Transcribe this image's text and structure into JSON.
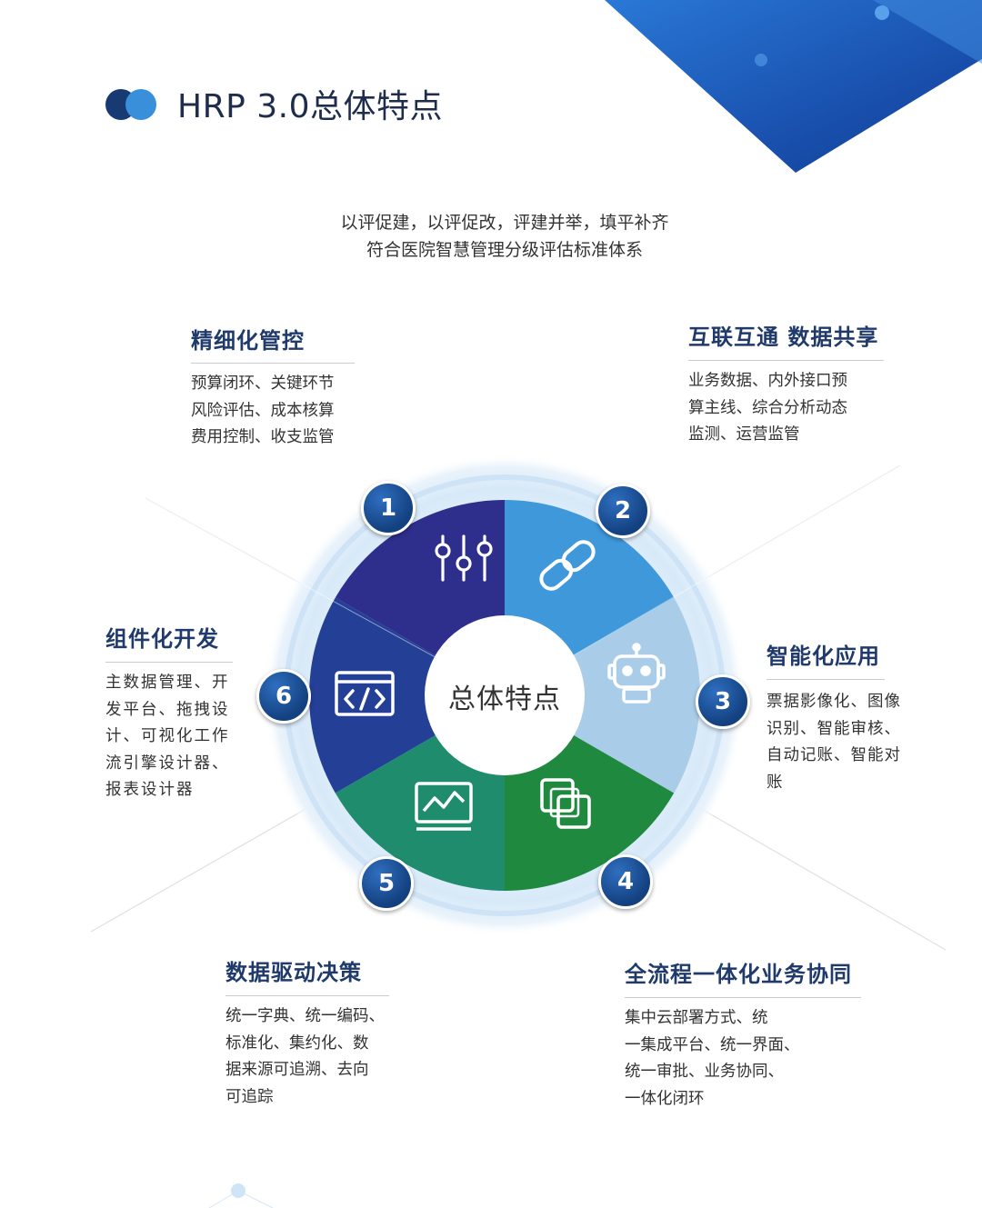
{
  "header": {
    "title": "HRP 3.0总体特点"
  },
  "intro": {
    "line1": "以评促建，以评促改，评建并举，填平补齐",
    "line2": "符合医院智慧管理分级评估标准体系"
  },
  "center": {
    "label": "总体特点"
  },
  "features": [
    {
      "number": "1",
      "title": "精细化管控",
      "desc": "预算闭环、关键环节\n风险评估、成本核算\n费用控制、收支监管",
      "icon": "sliders-icon"
    },
    {
      "number": "2",
      "title": "互联互通 数据共享",
      "desc": "业务数据、内外接口预\n算主线、综合分析动态\n监测、运营监管",
      "icon": "link-icon"
    },
    {
      "number": "3",
      "title": "智能化应用",
      "desc": "票据影像化、图像\n识别、智能审核、\n自动记账、智能对\n账",
      "icon": "robot-icon"
    },
    {
      "number": "4",
      "title": "全流程一体化业务协同",
      "desc": "集中云部署方式、统\n一集成平台、统一界面、\n统一审批、业务协同、\n一体化闭环",
      "icon": "layers-icon"
    },
    {
      "number": "5",
      "title": "数据驱动决策",
      "desc": "统一字典、统一编码、\n标准化、集约化、数\n据来源可追溯、去向\n可追踪",
      "icon": "chart-monitor-icon"
    },
    {
      "number": "6",
      "title": "组件化开发",
      "desc": "主数据管理、开\n发平台、拖拽设\n计、可视化工作\n流引擎设计器、\n报表设计器",
      "icon": "code-icon"
    }
  ],
  "colors": {
    "seg1": "#2e2f8c",
    "seg2": "#3f98da",
    "seg3": "#a9cde8",
    "seg4": "#1f8a3f",
    "seg5": "#1f8c6e",
    "seg6": "#233f96",
    "accent": "#1a4e9c",
    "titleText": "#1f3a6b"
  }
}
